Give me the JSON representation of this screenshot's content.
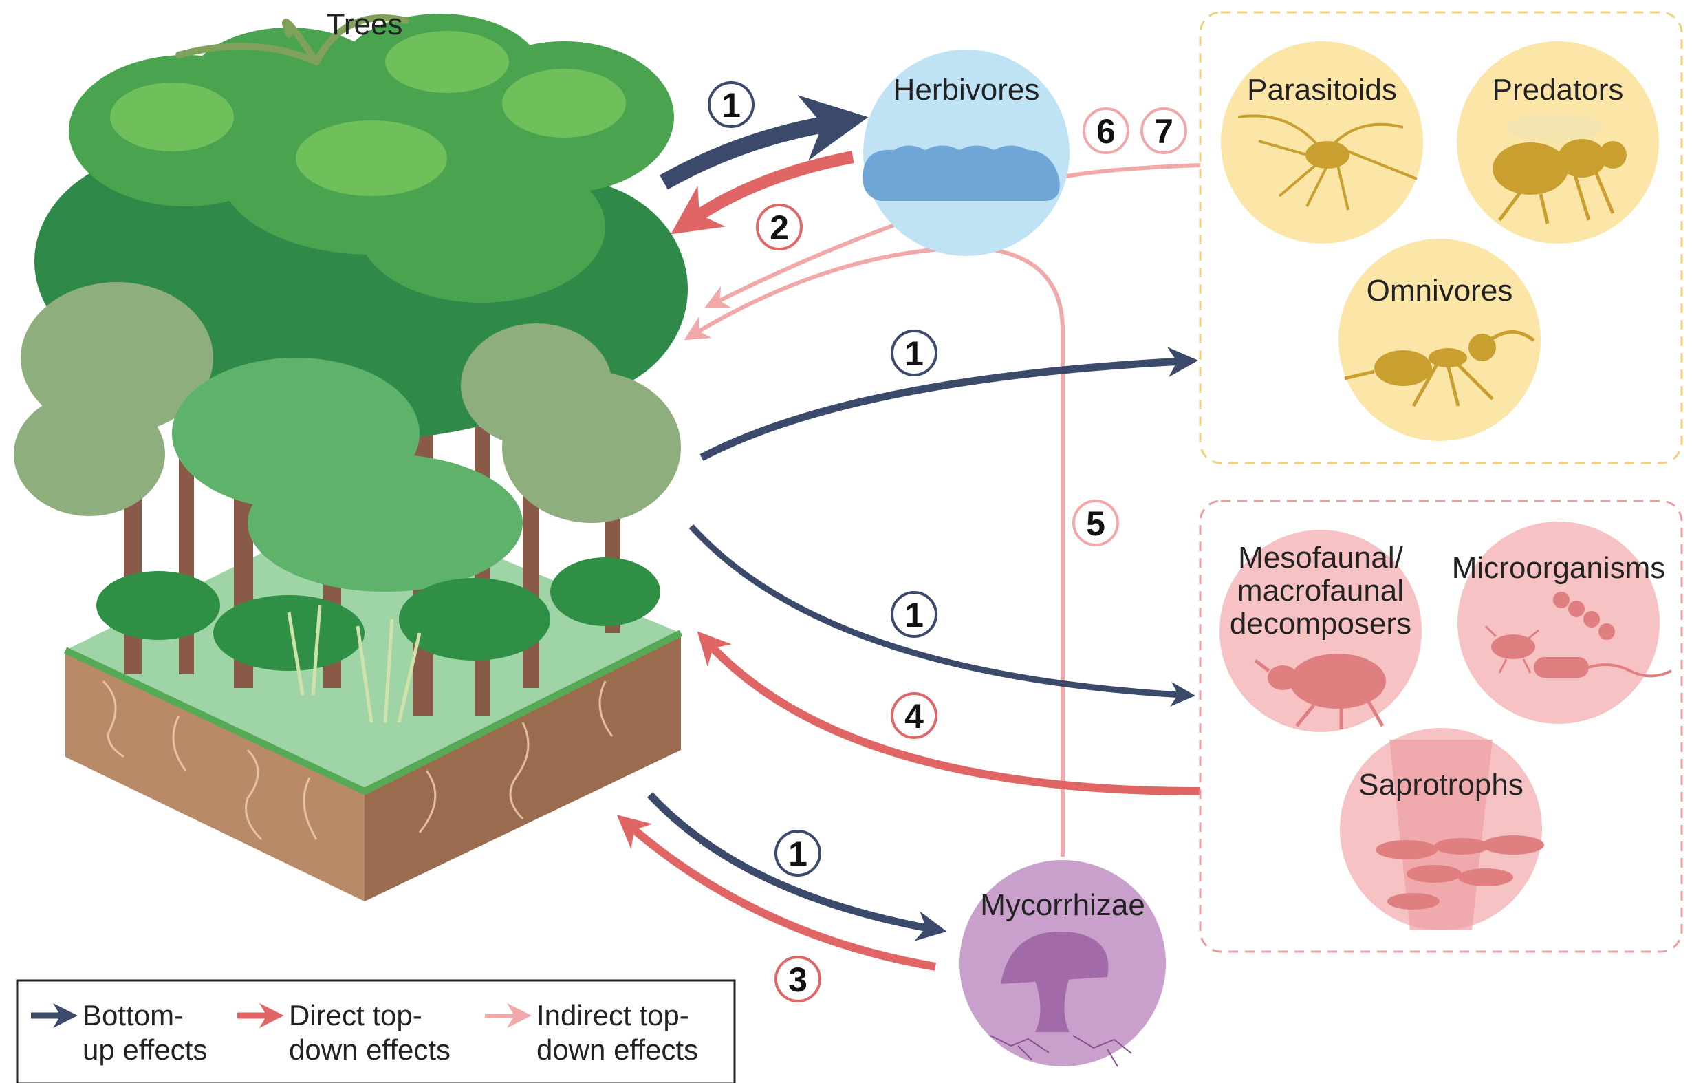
{
  "title": "Trees",
  "nodes": {
    "herbivores": "Herbivores",
    "parasitoids": "Parasitoids",
    "predators": "Predators",
    "omnivores": "Omnivores",
    "decomposers_l1": "Mesofaunal/",
    "decomposers_l2": "macrofaunal",
    "decomposers_l3": "decomposers",
    "microorganisms": "Microorganisms",
    "saprotrophs": "Saprotrophs",
    "mycorrhizae": "Mycorrhizae"
  },
  "numbers": {
    "n1": "1",
    "n2": "2",
    "n3": "3",
    "n4": "4",
    "n5": "5",
    "n6": "6",
    "n7": "7"
  },
  "legend": {
    "bottom_up_l1": "Bottom-",
    "bottom_up_l2": "up effects",
    "direct_l1": "Direct top-",
    "direct_l2": "down effects",
    "indirect_l1": "Indirect top-",
    "indirect_l2": "down effects"
  },
  "colors": {
    "bottom_up": "#3b4a6b",
    "direct_top_down": "#e06666",
    "indirect_top_down": "#f0a8a8",
    "herbivore_circle": "#bfe3f5",
    "predator_circle": "#fbe6a8",
    "decomposer_circle": "#f6c2c4",
    "mycorrhizae_circle": "#c9a0cc"
  },
  "icons": {
    "herbivore": "caterpillar-icon",
    "parasitoid": "wasp-icon",
    "predator": "bee-icon",
    "omnivore": "ant-icon",
    "decomposer": "beetle-icon",
    "microorganism": "microbe-icon",
    "saprotroph": "bracket-fungus-icon",
    "mycorrhiza": "mushroom-icon"
  }
}
